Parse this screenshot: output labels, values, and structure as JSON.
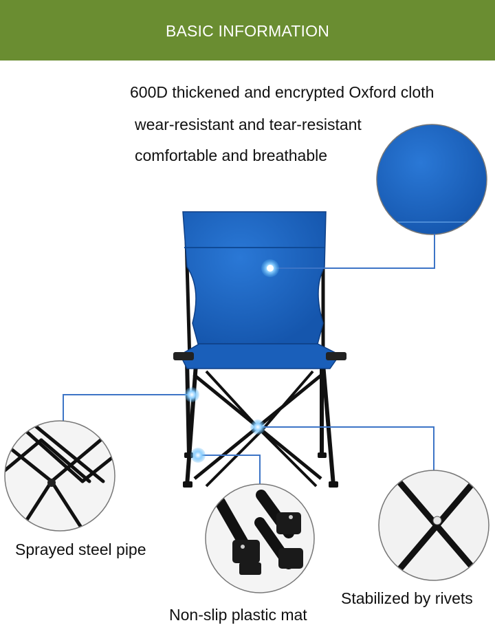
{
  "header": {
    "title": "BASIC INFORMATION"
  },
  "features": [
    "600D thickened and encrypted Oxford cloth",
    "wear-resistant and tear-resistant",
    "comfortable and breathable"
  ],
  "captions": {
    "pipe": "Sprayed steel pipe",
    "mat": "Non-slip plastic mat",
    "rivets": "Stabilized by rivets"
  },
  "colors": {
    "banner": "#6a8d31",
    "fabric": "#1d66c4",
    "callout_line": "#3c74c6",
    "frame": "#111111"
  },
  "icons": [
    "chair-illustration",
    "fabric-detail",
    "pipe-detail",
    "mat-detail",
    "rivet-detail"
  ]
}
